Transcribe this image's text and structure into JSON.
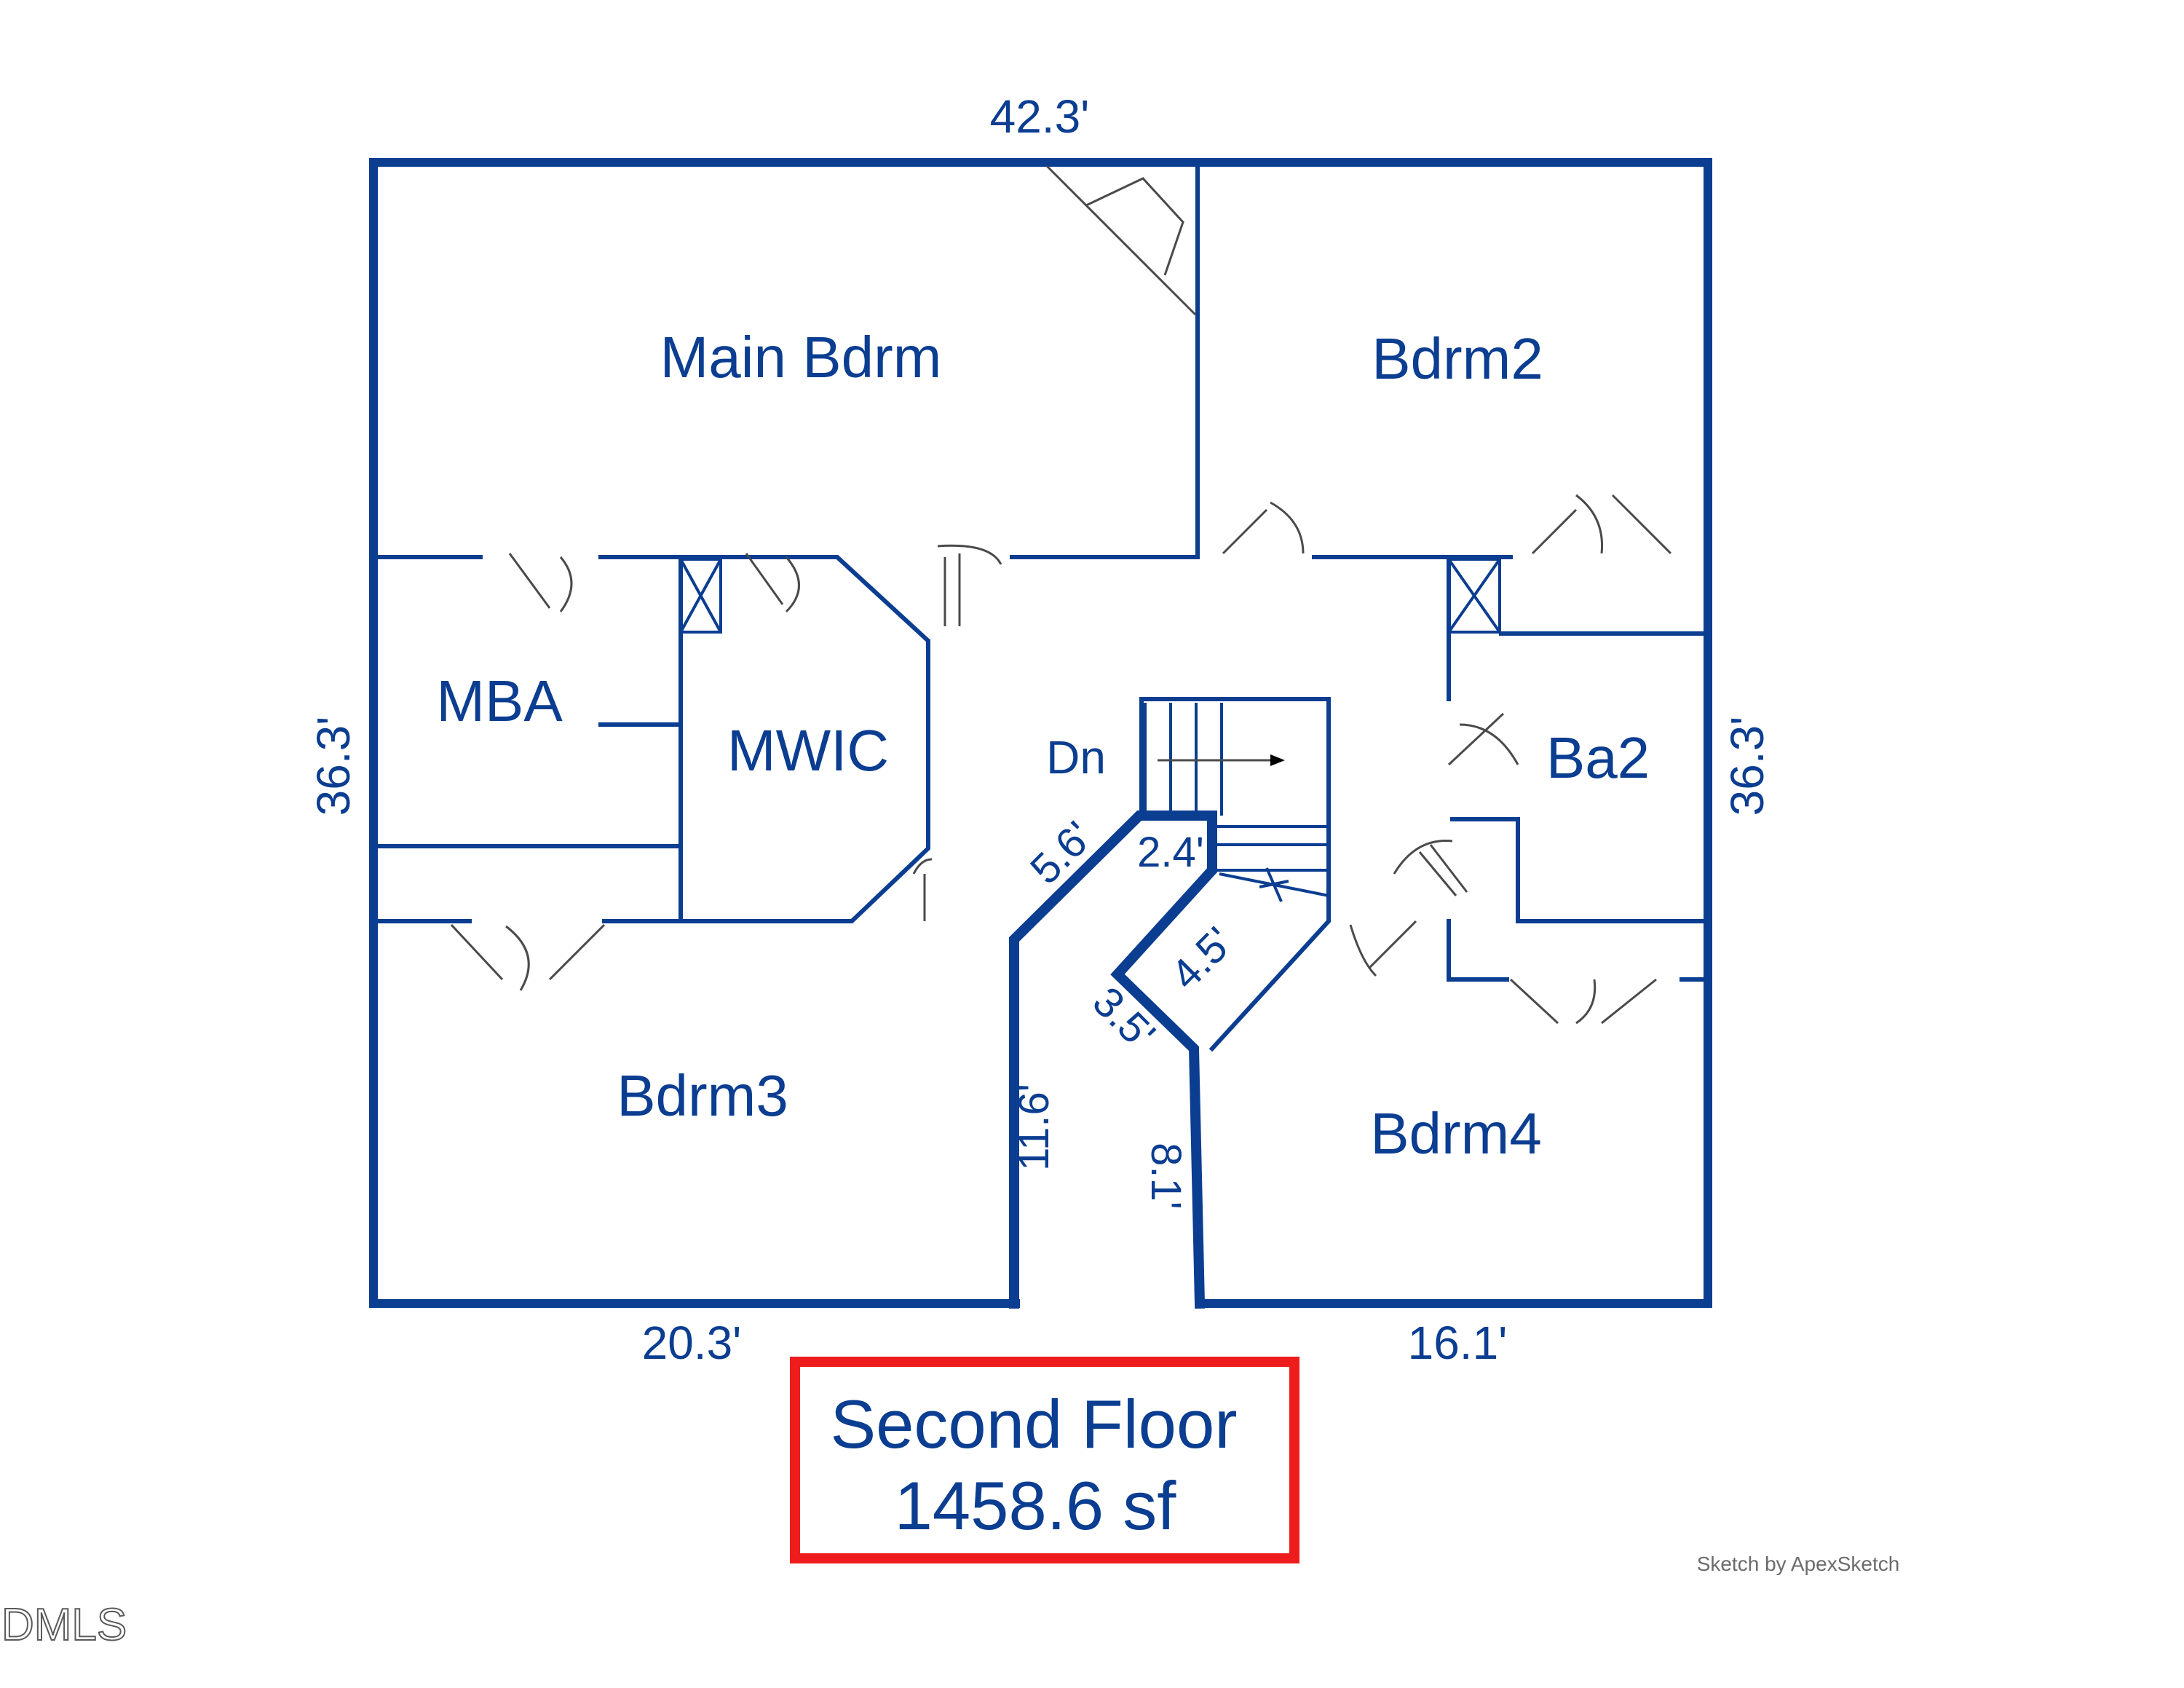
{
  "rooms": {
    "main_bdrm": "Main Bdrm",
    "bdrm2": "Bdrm2",
    "mba": "MBA",
    "mwic": "MWIC",
    "dn": "Dn",
    "ba2": "Ba2",
    "bdrm3": "Bdrm3",
    "bdrm4": "Bdrm4"
  },
  "dimensions": {
    "top": "42.3'",
    "left": "36.3'",
    "right": "36.3'",
    "bottom_left": "20.3'",
    "bottom_right": "16.1'",
    "stair_a": "5.6'",
    "stair_b": "2.4'",
    "stair_c": "4.5'",
    "stair_d": "3.5'",
    "hall_left": "11.6'",
    "hall_right": "8.1'"
  },
  "title_box": {
    "line1": "Second Floor",
    "line2": "1458.6 sf"
  },
  "credit": "Sketch by ApexSketch",
  "watermark": "DMLS",
  "colors": {
    "walls": "#0b3d91",
    "title_border": "#ee1c1c",
    "doors": "#4a4a4a"
  }
}
